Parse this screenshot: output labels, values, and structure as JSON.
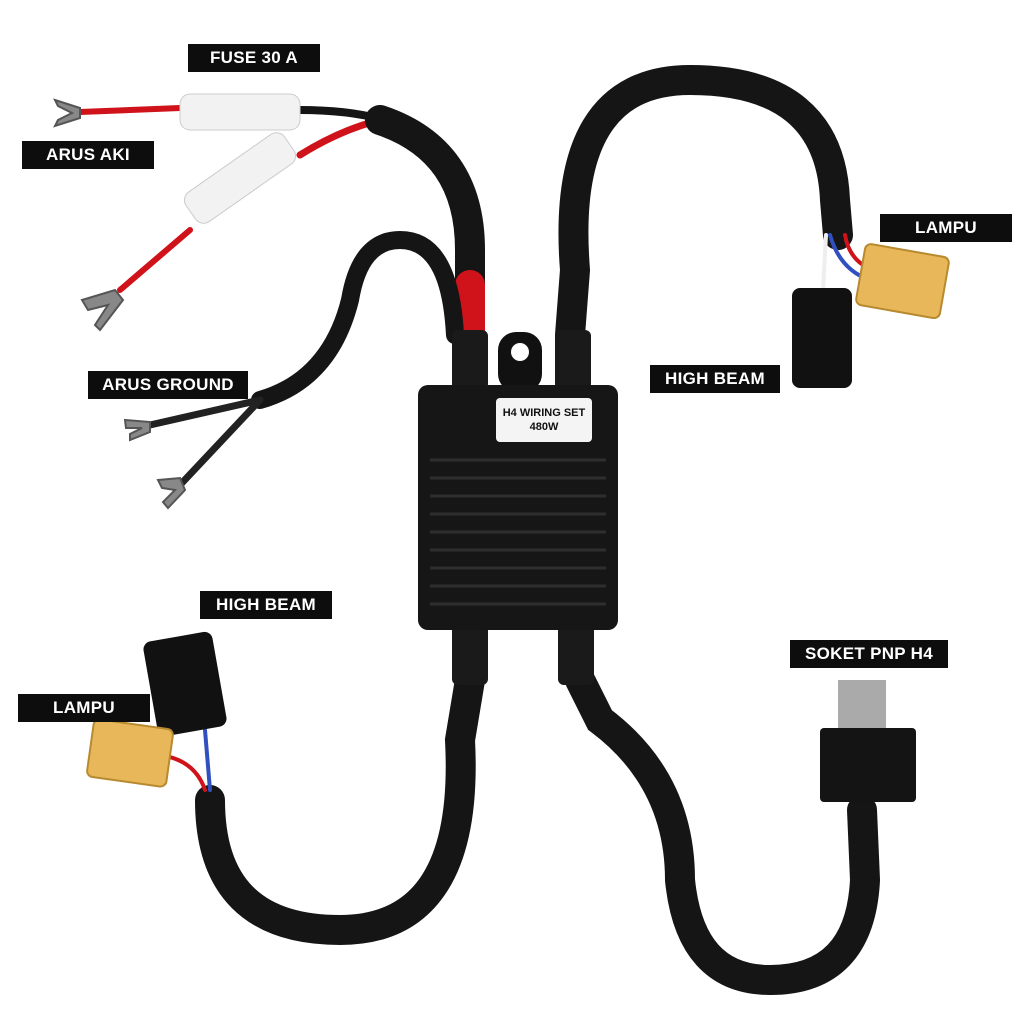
{
  "labels": {
    "fuse": "FUSE 30 A",
    "arus_aki": "ARUS AKI",
    "arus_ground": "ARUS GROUND",
    "lampu_right": "LAMPU",
    "high_beam_right": "HIGH BEAM",
    "high_beam_left": "HIGH BEAM",
    "lampu_left": "LAMPU",
    "soket": "SOKET PNP H4"
  },
  "module": {
    "line1": "H4 WIRING SET",
    "line2": "480W"
  },
  "colors": {
    "cable": "#151515",
    "red_wire": "#d0121b",
    "connector_yellow": "#e8b75a",
    "fuse_white": "#f2f2f2",
    "label_bg": "#0d0d0d"
  }
}
